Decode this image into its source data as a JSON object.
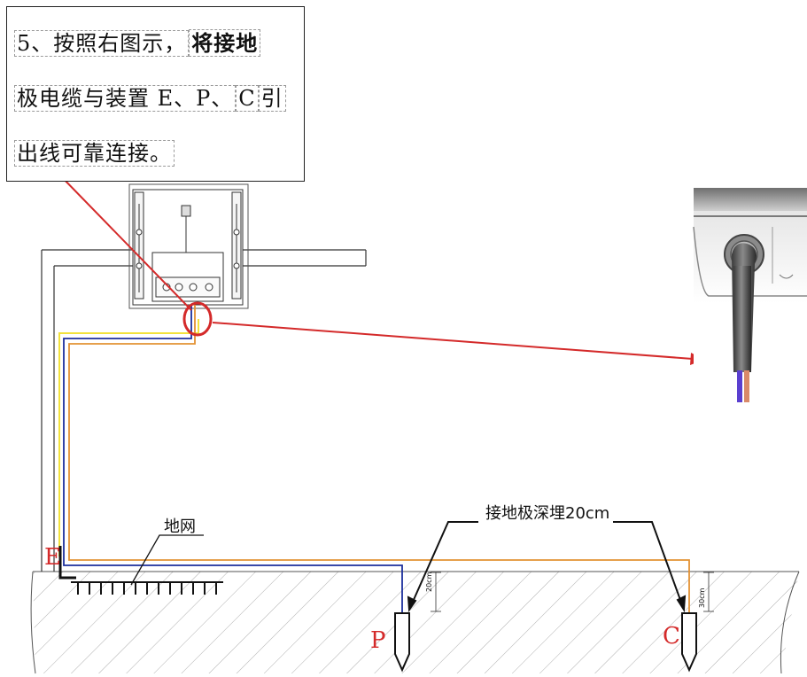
{
  "instruction": {
    "line1_plain": "5、按照右图示，",
    "line1_bold": "将接地",
    "line2_a": "极电缆与装置 E、P、",
    "line2_b": "C",
    "line2_c": "引",
    "line3": "出线可靠连接。"
  },
  "labels": {
    "ground_grid": "地网",
    "burial_depth": "接地极深埋20cm",
    "terminal_e": "E",
    "terminal_p": "P",
    "terminal_c": "C",
    "depth_mark_p": "20cm",
    "depth_mark_c": "30cm"
  },
  "colors": {
    "highlight_red": "#d42a2a",
    "wire_yellow": "#f2e23c",
    "wire_blue": "#1c2f9c",
    "wire_orange": "#e39233",
    "ground_hatch": "#8a8a8a"
  }
}
